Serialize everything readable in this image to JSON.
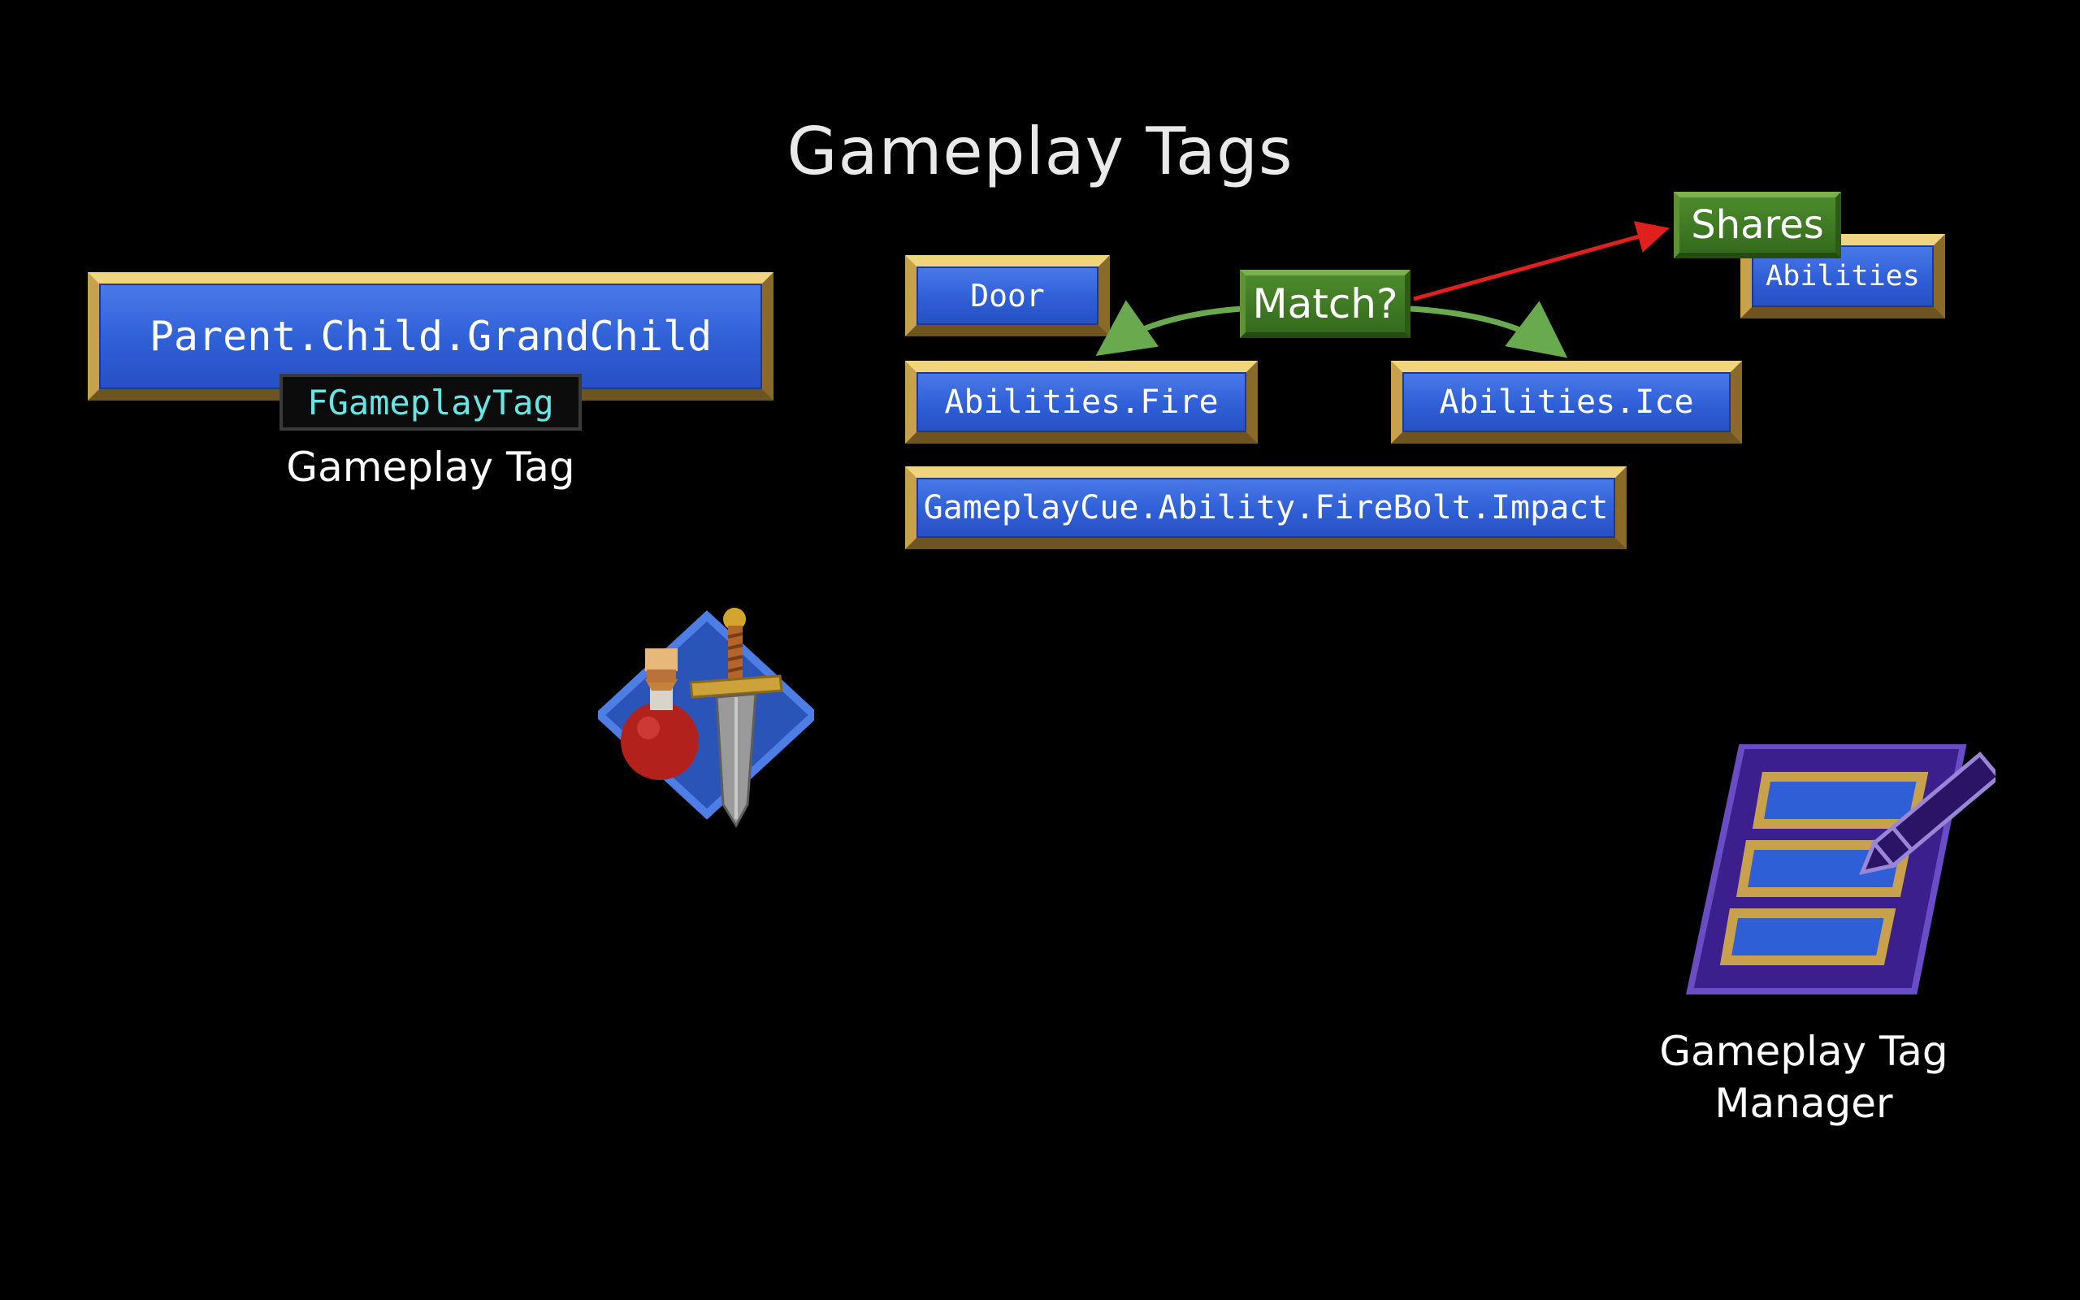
{
  "title": "Gameplay Tags",
  "gameplay_tag": {
    "example": "Parent.Child.GrandChild",
    "type_name": "FGameplayTag",
    "caption": "Gameplay Tag"
  },
  "tags": {
    "door": "Door",
    "fire": "Abilities.Fire",
    "ice": "Abilities.Ice",
    "cue": "GameplayCue.Ability.FireBolt.Impact",
    "abilities": "Abilities"
  },
  "labels": {
    "match": "Match?",
    "shares": "Shares"
  },
  "manager": {
    "caption_line1": "Gameplay Tag",
    "caption_line2": "Manager"
  },
  "colors": {
    "background": "#000000",
    "tag_blue": "#2f5fd6",
    "tag_gold": "#c9a14d",
    "label_green": "#3d7a22",
    "arrow_green": "#6aaa4e",
    "arrow_red": "#e0201c",
    "type_cyan": "#67e6e6",
    "manager_purple": "#3b1f8c"
  },
  "icons": [
    "potion-sword-icon",
    "tag-manager-icon"
  ]
}
